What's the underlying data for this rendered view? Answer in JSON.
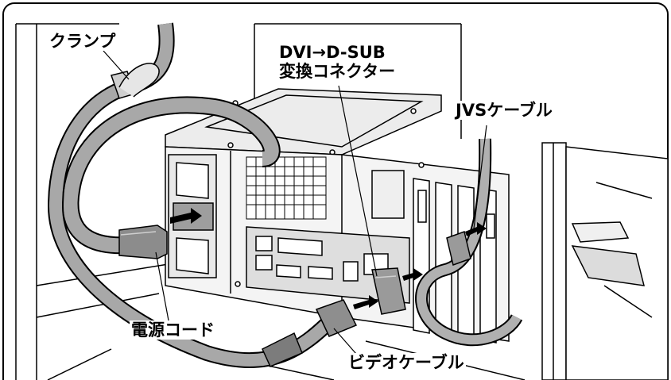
{
  "labels": {
    "clamp": "クランプ",
    "dvi_line1": "DVI→D-SUB",
    "dvi_line2": "変換コネクター",
    "jvs_cable": "JVSケーブル",
    "power_cord": "電源コード",
    "video_cable": "ビデオケーブル"
  },
  "colors": {
    "line": "#000000",
    "cable_fill": "#a8a8a8",
    "panel_fill": "#e6e6e6",
    "background": "#ffffff"
  }
}
